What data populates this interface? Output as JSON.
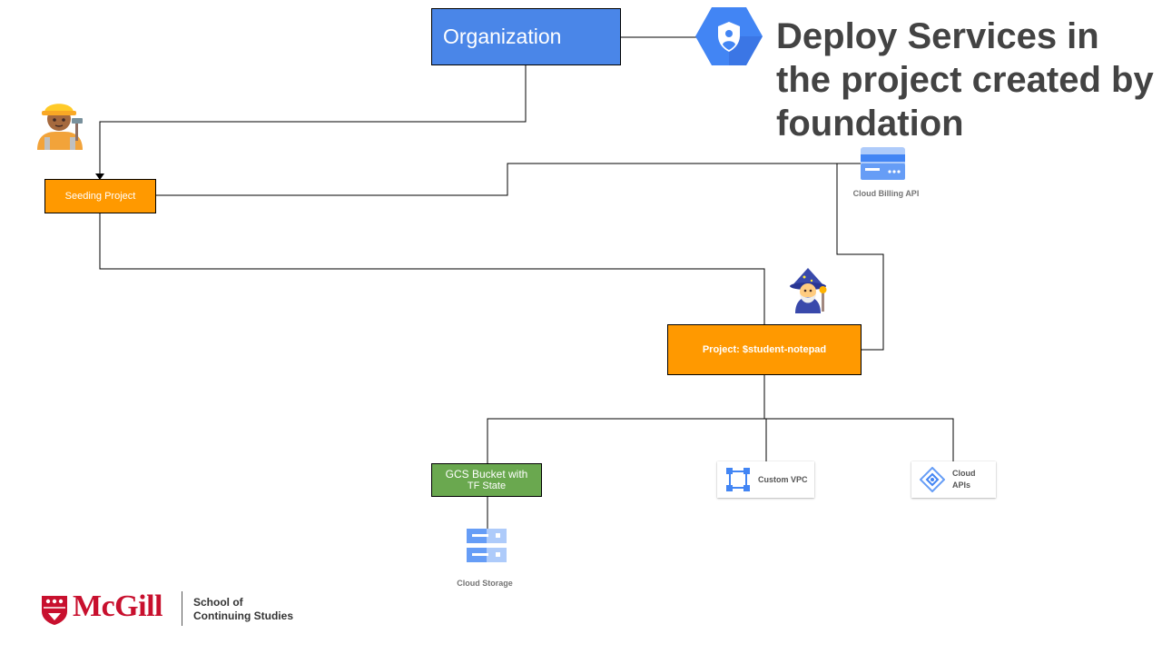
{
  "slide_title": "Deploy Services in the project created by foundation",
  "nodes": {
    "organization": "Organization",
    "seeding_project": "Seeding Project",
    "student_project": "Project: $student-notepad",
    "gcs_bucket_line1": "GCS Bucket with",
    "gcs_bucket_line2": "TF State"
  },
  "services": {
    "cloud_billing_api": "Cloud Billing API",
    "custom_vpc": "Custom VPC",
    "cloud_apis_line1": "Cloud",
    "cloud_apis_line2": "APIs",
    "cloud_storage": "Cloud Storage"
  },
  "icons": {
    "org_policy": "shield-user-icon",
    "construction_worker": "construction-worker-icon",
    "wizard": "mage-icon",
    "billing": "billing-card-icon",
    "vpc": "vpc-icon",
    "apis": "cloud-apis-icon",
    "storage": "cloud-storage-icon"
  },
  "logo": {
    "name": "McGill",
    "school_line1": "School of",
    "school_line2": "Continuing Studies"
  },
  "colors": {
    "organization": "#4a86e8",
    "project": "#ff9900",
    "bucket": "#6aa84f",
    "title": "#434343",
    "mcgill_red": "#c8102e",
    "gcp_blue": "#4285f4"
  }
}
